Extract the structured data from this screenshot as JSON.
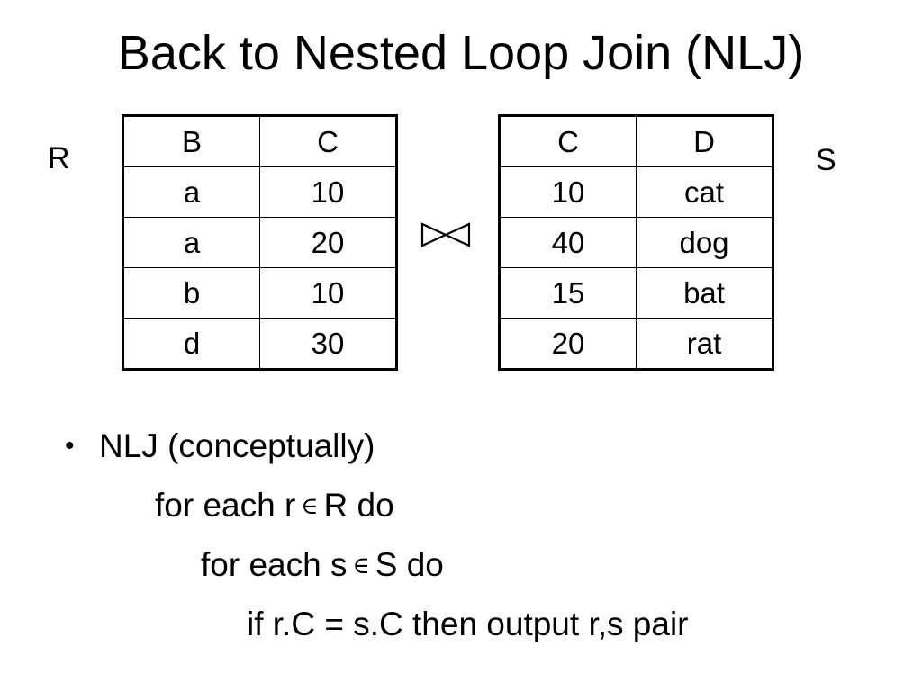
{
  "title": "Back to Nested Loop Join (NLJ)",
  "relations": {
    "r": {
      "label": "R",
      "headers": [
        "B",
        "C"
      ],
      "rows": [
        [
          "a",
          "10"
        ],
        [
          "a",
          "20"
        ],
        [
          "b",
          "10"
        ],
        [
          "d",
          "30"
        ]
      ]
    },
    "s": {
      "label": "S",
      "headers": [
        "C",
        "D"
      ],
      "rows": [
        [
          "10",
          "cat"
        ],
        [
          "40",
          "dog"
        ],
        [
          "15",
          "bat"
        ],
        [
          "20",
          "rat"
        ]
      ]
    }
  },
  "join_icon": "bowtie-join-icon",
  "bullet": {
    "marker": "•",
    "line0": "NLJ  (conceptually)",
    "line1_pre": "for each r",
    "line1_sym": "∈",
    "line1_post": "R do",
    "line2_pre": "for each s",
    "line2_sym": "∈",
    "line2_post": "S do",
    "line3": "if r.C = s.C then output r,s pair"
  }
}
